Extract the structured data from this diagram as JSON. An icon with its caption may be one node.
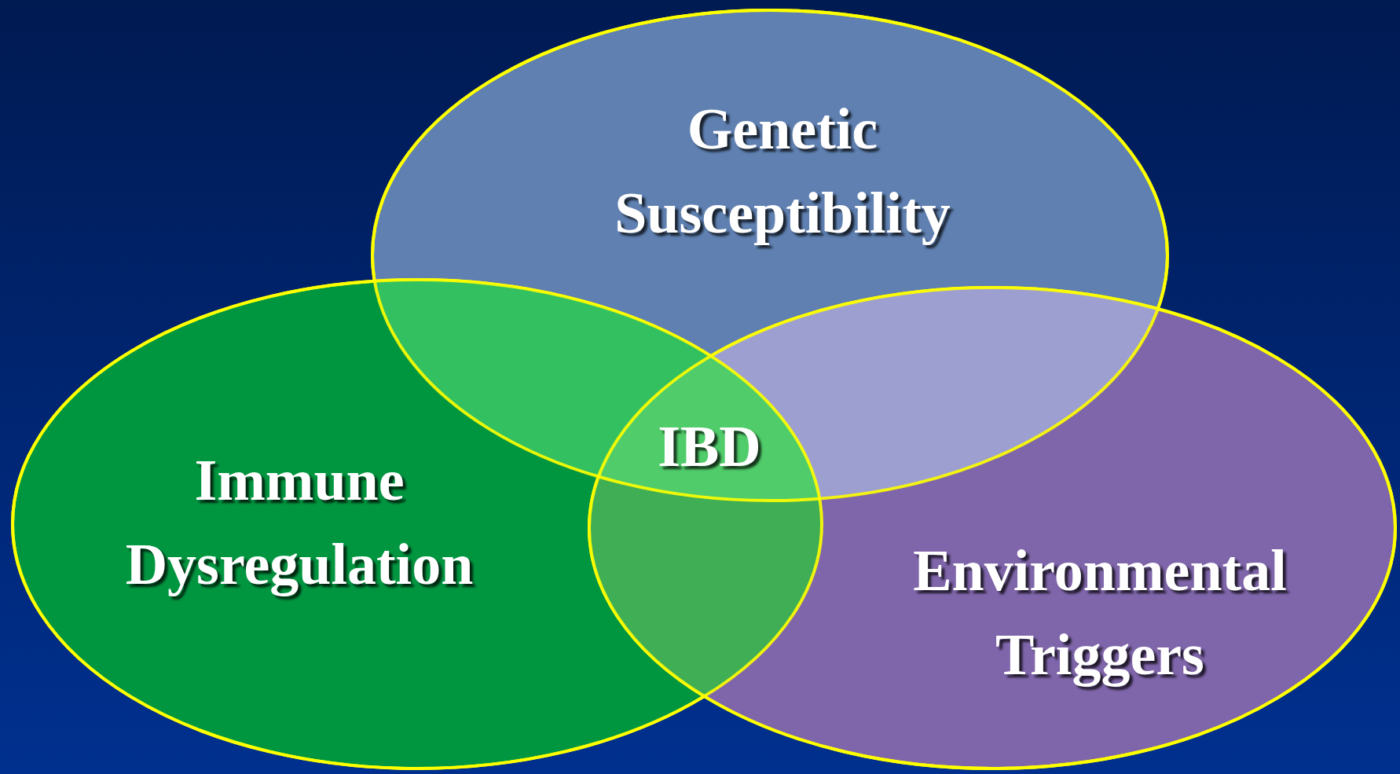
{
  "diagram": {
    "nodes": [
      {
        "text": [
          "Genetic Susceptibility"
        ]
      },
      {
        "text": [
          "Immune Dysregulation"
        ]
      },
      {
        "text": [
          "Environmental Triggers"
        ]
      }
    ],
    "labels": [
      "IBD"
    ]
  }
}
